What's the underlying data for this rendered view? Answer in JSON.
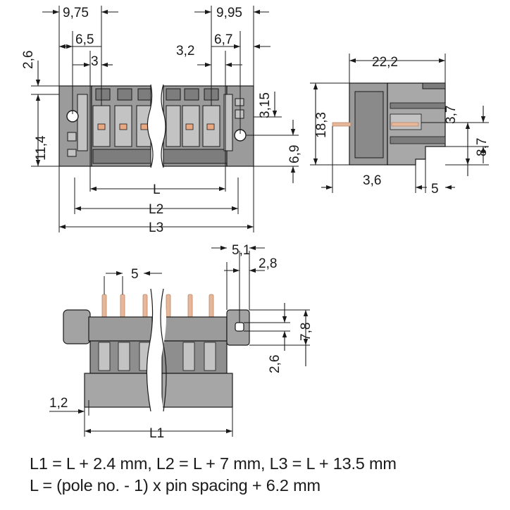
{
  "colors": {
    "body": "#9b9b9c",
    "body_dark": "#7d7d7e",
    "body_light": "#c3c3c4",
    "pin": "#e7b79a",
    "pin_edge": "#b88667",
    "latch": "#e9a882",
    "line": "#1a1a1a"
  },
  "top_view": {
    "dims": {
      "d975": "9,75",
      "d65": "6,5",
      "d3": "3",
      "d26": "2,6",
      "d114": "11,4",
      "d995": "9,95",
      "d32": "3,2",
      "d67": "6,7",
      "d315": "3,15",
      "d69": "6,9",
      "L": "L",
      "L2": "L2",
      "L3": "L3"
    }
  },
  "side_view": {
    "dims": {
      "d222": "22,2",
      "d183": "18,3",
      "d37": "3,7",
      "d87": "8,7",
      "d36": "3,6",
      "d5": "5"
    }
  },
  "front_view": {
    "dims": {
      "d5": "5",
      "d51": "5,1",
      "d28": "2,8",
      "d78": "7,8",
      "d26": "2,6",
      "d12": "1,2",
      "L1": "L1"
    }
  },
  "formulas": {
    "line1": "L1 = L + 2.4 mm, L2 = L + 7 mm, L3 = L + 13.5 mm",
    "line2": "L = (pole no. - 1) x pin spacing + 6.2 mm"
  }
}
